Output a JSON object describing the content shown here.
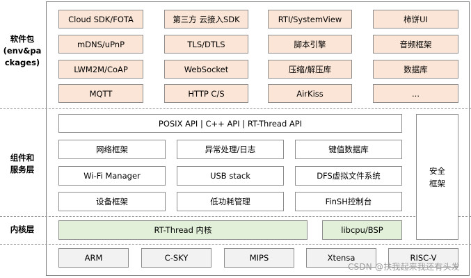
{
  "layers": {
    "packages_label": "软件包\n(env&pa\nckages)",
    "services_label": "组件和\n服务层",
    "kernel_label": "内核层"
  },
  "packages": [
    [
      "Cloud SDK/FOTA",
      "第三方 云接入SDK",
      "RTI/SystemView",
      "柿饼UI"
    ],
    [
      "mDNS/uPnP",
      "TLS/DTLS",
      "脚本引擎",
      "音频框架"
    ],
    [
      "LWM2M/CoAP",
      "WebSocket",
      "压缩/解压库",
      "数据库"
    ],
    [
      "MQTT",
      "HTTP C/S",
      "AirKiss",
      "..."
    ]
  ],
  "services": {
    "api_bar": "POSIX API  |  C++ API  |  RT-Thread API",
    "rows": [
      [
        "网络框架",
        "异常处理/日志",
        "键值数据库"
      ],
      [
        "Wi-Fi Manager",
        "USB stack",
        "DFS虚拟文件系统"
      ],
      [
        "设备框架",
        "低功耗管理",
        "FinSH控制台"
      ]
    ],
    "security": "安全\n框架"
  },
  "kernel": {
    "core": "RT-Thread  内核",
    "libcpu": "libcpu/BSP"
  },
  "arch": [
    "ARM",
    "C-SKY",
    "MIPS",
    "Xtensa",
    "RISC-V"
  ],
  "watermark": "CSDN @扶我起来我还有头发",
  "colors": {
    "package_fill": "#fbe5d6",
    "kernel_fill": "#e2f0d9",
    "arch_fill": "#f2f2f2",
    "border": "#8c8c8c"
  }
}
